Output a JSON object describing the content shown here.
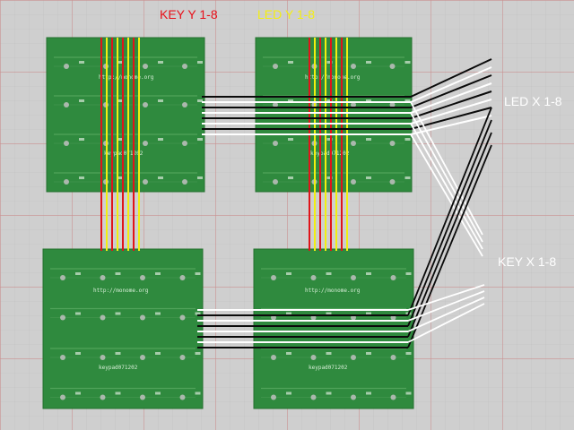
{
  "labels": {
    "key_y": "KEY Y 1-8",
    "led_y": "LED Y 1-8",
    "led_x": "LED X 1-8",
    "key_x": "KEY X 1-8"
  },
  "pcb_text": {
    "url": "http://monome.org",
    "model": "keypad071202"
  },
  "colors": {
    "mat": "#cfcfcf",
    "grid_red": "#c98a8a",
    "grid_grey": "#b4b4b4",
    "pcb": "#2f8a3e",
    "pcb_dark": "#24702f",
    "wire_red": "#e0141a",
    "wire_yellow": "#f2ef10",
    "wire_black": "#0a0a0a",
    "wire_white": "#ffffff",
    "key_label": "#e8101a",
    "led_label": "#f4ef12",
    "side_label": "#ffffff"
  },
  "boards": [
    {
      "name": "board-top-left"
    },
    {
      "name": "board-top-right"
    },
    {
      "name": "board-bottom-left"
    },
    {
      "name": "board-bottom-right"
    }
  ]
}
